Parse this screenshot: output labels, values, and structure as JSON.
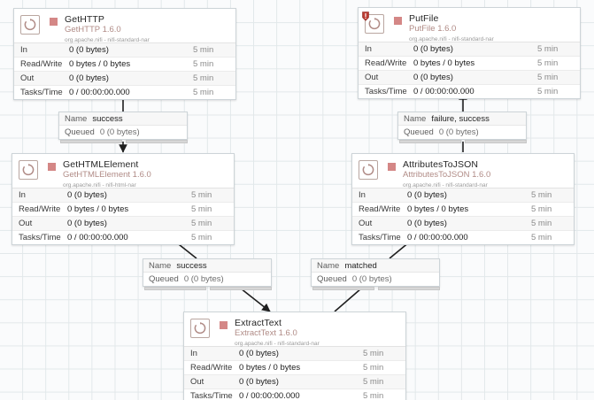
{
  "canvas": {
    "grid_color": "#e2e8ea",
    "background_color": "#fafbfc",
    "accent_color": "#b08b86",
    "stopped_color": "#d48786"
  },
  "stat_labels": {
    "in": "In",
    "read_write": "Read/Write",
    "out": "Out",
    "tasks_time": "Tasks/Time"
  },
  "connection_labels": {
    "name": "Name",
    "queued": "Queued"
  },
  "processors": [
    {
      "id": "gethttp",
      "name": "GetHTTP",
      "type": "GetHTTP 1.6.0",
      "bundle": "org.apache.nifi - nifi-standard-nar",
      "icon": "processor-loop-icon",
      "run_status": "stopped",
      "has_bulletin": false,
      "stats": {
        "in": "0 (0 bytes)",
        "in_time": "5 min",
        "read_write": "0 bytes / 0 bytes",
        "read_write_time": "5 min",
        "out": "0 (0 bytes)",
        "out_time": "5 min",
        "tasks_time": "0 / 00:00:00.000",
        "tasks_time_time": "5 min"
      }
    },
    {
      "id": "putfile",
      "name": "PutFile",
      "type": "PutFile 1.6.0",
      "bundle": "org.apache.nifi - nifi-standard-nar",
      "icon": "processor-loop-icon",
      "run_status": "stopped",
      "has_bulletin": true,
      "stats": {
        "in": "0 (0 bytes)",
        "in_time": "5 min",
        "read_write": "0 bytes / 0 bytes",
        "read_write_time": "5 min",
        "out": "0 (0 bytes)",
        "out_time": "5 min",
        "tasks_time": "0 / 00:00:00.000",
        "tasks_time_time": "5 min"
      }
    },
    {
      "id": "gethtmlelement",
      "name": "GetHTMLElement",
      "type": "GetHTMLElement 1.6.0",
      "bundle": "org.apache.nifi - nifi-html-nar",
      "icon": "processor-loop-icon",
      "run_status": "stopped",
      "has_bulletin": false,
      "stats": {
        "in": "0 (0 bytes)",
        "in_time": "5 min",
        "read_write": "0 bytes / 0 bytes",
        "read_write_time": "5 min",
        "out": "0 (0 bytes)",
        "out_time": "5 min",
        "tasks_time": "0 / 00:00:00.000",
        "tasks_time_time": "5 min"
      }
    },
    {
      "id": "attributestojson",
      "name": "AttributesToJSON",
      "type": "AttributesToJSON 1.6.0",
      "bundle": "org.apache.nifi - nifi-standard-nar",
      "icon": "processor-loop-icon",
      "run_status": "stopped",
      "has_bulletin": false,
      "stats": {
        "in": "0 (0 bytes)",
        "in_time": "5 min",
        "read_write": "0 bytes / 0 bytes",
        "read_write_time": "5 min",
        "out": "0 (0 bytes)",
        "out_time": "5 min",
        "tasks_time": "0 / 00:00:00.000",
        "tasks_time_time": "5 min"
      }
    },
    {
      "id": "extracttext",
      "name": "ExtractText",
      "type": "ExtractText 1.6.0",
      "bundle": "org.apache.nifi - nifi-standard-nar",
      "icon": "processor-loop-icon",
      "run_status": "stopped",
      "has_bulletin": false,
      "stats": {
        "in": "0 (0 bytes)",
        "in_time": "5 min",
        "read_write": "0 bytes / 0 bytes",
        "read_write_time": "5 min",
        "out": "0 (0 bytes)",
        "out_time": "5 min",
        "tasks_time": "0 / 00:00:00.000",
        "tasks_time_time": "5 min"
      }
    }
  ],
  "connections": [
    {
      "id": "conn-gethttp-gethtmlelement",
      "relationship": "success",
      "queued": "0 (0 bytes)",
      "from": "GetHTTP",
      "to": "GetHTMLElement"
    },
    {
      "id": "conn-attributestojson-putfile",
      "relationship": "failure, success",
      "queued": "0 (0 bytes)",
      "from": "AttributesToJSON",
      "to": "PutFile"
    },
    {
      "id": "conn-gethtmlelement-extracttext",
      "relationship": "success",
      "queued": "0 (0 bytes)",
      "from": "GetHTMLElement",
      "to": "ExtractText"
    },
    {
      "id": "conn-extracttext-attributestojson",
      "relationship": "matched",
      "queued": "0 (0 bytes)",
      "from": "ExtractText",
      "to": "AttributesToJSON"
    }
  ]
}
